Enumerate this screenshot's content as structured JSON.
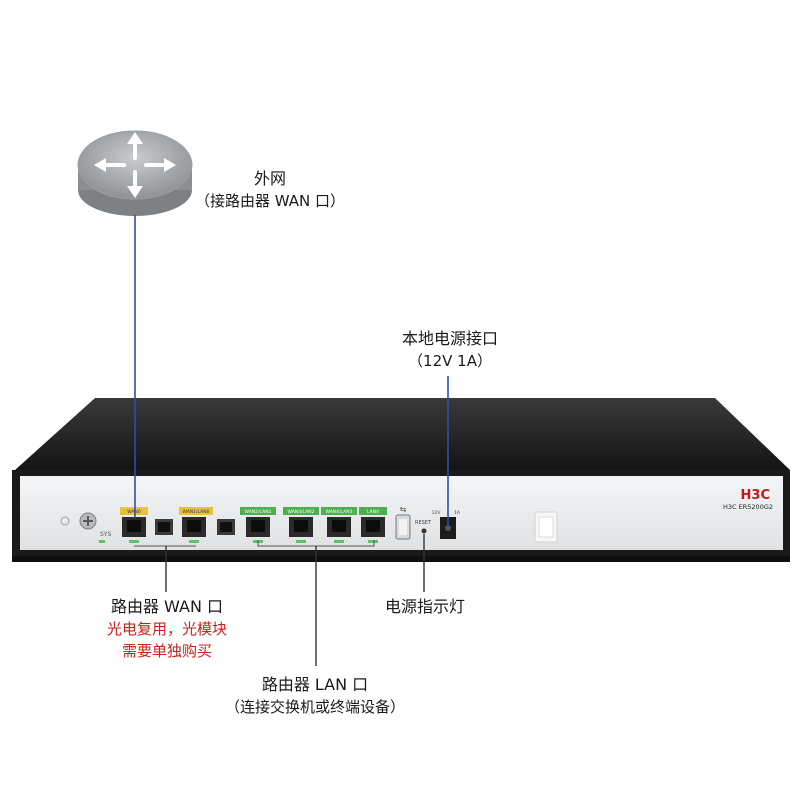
{
  "external_network": {
    "title": "外网",
    "subtitle": "（接路由器 WAN 口）"
  },
  "power_port": {
    "title": "本地电源接口",
    "subtitle": "（12V 1A）"
  },
  "router_wan": {
    "title": "路由器 WAN 口",
    "note_line1": "光电复用，光模块",
    "note_line2": "需要单独购买"
  },
  "power_indicator": {
    "title": "电源指示灯"
  },
  "router_lan": {
    "title": "路由器 LAN 口",
    "subtitle": "（连接交换机或终端设备）"
  },
  "device": {
    "brand": "H3C",
    "model": "H3C ER5200G2",
    "sys_label": "SYS",
    "reset_label": "RESET",
    "voltage_label": "12V",
    "current_label": "1A",
    "port_labels": [
      "WAN0",
      "WAN1/LAN0",
      "WAN2/LAN1",
      "WAN3/LAN2",
      "WAN4/LAN3",
      "LAN4"
    ]
  },
  "colors": {
    "wan_tag": "#e8c33a",
    "lan_tag": "#4caf50",
    "note_text": "#cc1f1a",
    "chassis_top": "#1b1b1b",
    "faceplate": "#eceeef"
  }
}
